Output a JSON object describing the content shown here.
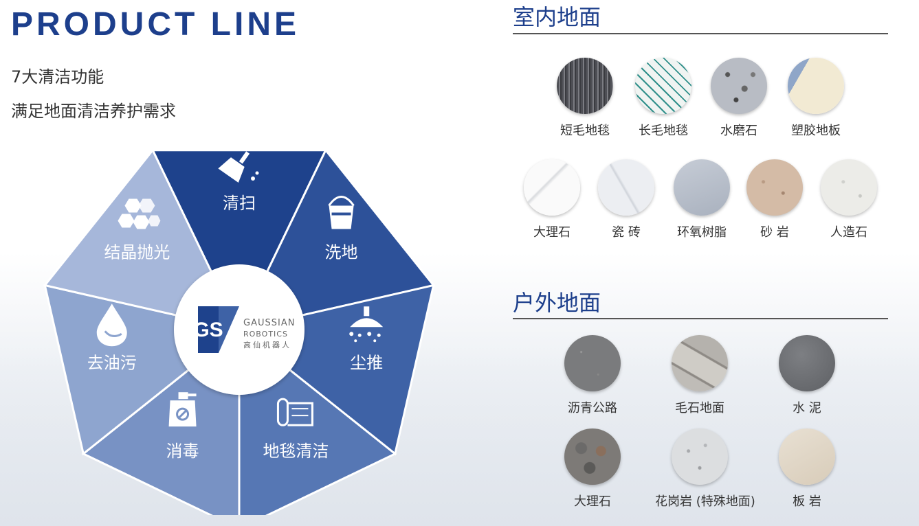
{
  "heading": "PRODUCT LINE",
  "subtitle_1": "7大清洁功能",
  "subtitle_2": "满足地面清洁养护需求",
  "logo": {
    "mark": "GS",
    "line1": "GAUSSIAN",
    "line2": "ROBOTICS",
    "line3": "高仙机器人"
  },
  "functions": [
    {
      "label": "清扫",
      "icon": "broom-icon",
      "color": "#1e428c"
    },
    {
      "label": "洗地",
      "icon": "bucket-icon",
      "color": "#2d5199"
    },
    {
      "label": "尘推",
      "icon": "dust-mop-icon",
      "color": "#3e62a6"
    },
    {
      "label": "地毯清洁",
      "icon": "carpet-icon",
      "color": "#5677b4"
    },
    {
      "label": "消毒",
      "icon": "spray-bottle-icon",
      "color": "#7892c4"
    },
    {
      "label": "去油污",
      "icon": "oil-drop-icon",
      "color": "#8ea5cf"
    },
    {
      "label": "结晶抛光",
      "icon": "crystal-icon",
      "color": "#a6b7da"
    }
  ],
  "indoor": {
    "title": "室内地面",
    "items": [
      {
        "label": "短毛地毯"
      },
      {
        "label": "长毛地毯"
      },
      {
        "label": "水磨石"
      },
      {
        "label": "塑胶地板"
      },
      {
        "label": "大理石"
      },
      {
        "label": "瓷  砖"
      },
      {
        "label": "环氧树脂"
      },
      {
        "label": "砂  岩"
      },
      {
        "label": "人造石"
      }
    ]
  },
  "outdoor": {
    "title": "户外地面",
    "items": [
      {
        "label": "沥青公路"
      },
      {
        "label": "毛石地面"
      },
      {
        "label": "水  泥"
      },
      {
        "label": "大理石"
      },
      {
        "label": "花岗岩 (特殊地面)"
      },
      {
        "label": "板  岩"
      }
    ]
  }
}
